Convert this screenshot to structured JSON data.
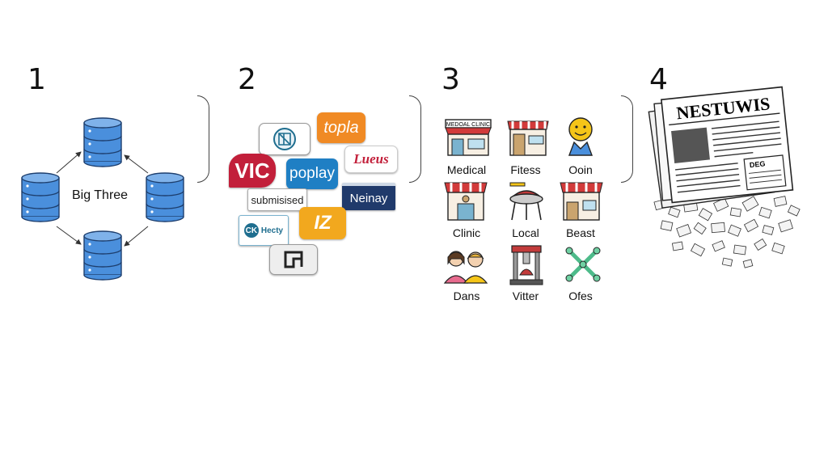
{
  "steps": [
    "1",
    "2",
    "3",
    "4"
  ],
  "panel1": {
    "center_label": "Big Three"
  },
  "panel2": {
    "logos": [
      "topla",
      "VIC",
      "Lueus",
      "poplay",
      "submisised",
      "Neinay",
      "Hecty",
      "ck",
      "IZ"
    ]
  },
  "panel3": {
    "items": [
      "Medical",
      "Fitess",
      "Ooin",
      "Clinic",
      "Local",
      "Beast",
      "Dans",
      "Vitter",
      "Ofes"
    ],
    "storefront_sign": "MEDOAL CLINIC"
  },
  "panel4": {
    "masthead": "NESTUWIS",
    "inset_label": "DEG"
  },
  "colors": {
    "db_blue": "#4a8fdc",
    "db_stroke": "#1e3f6e",
    "logo_red": "#c21f3a",
    "logo_orange": "#f08a24",
    "logo_blue": "#1f7fc4"
  }
}
